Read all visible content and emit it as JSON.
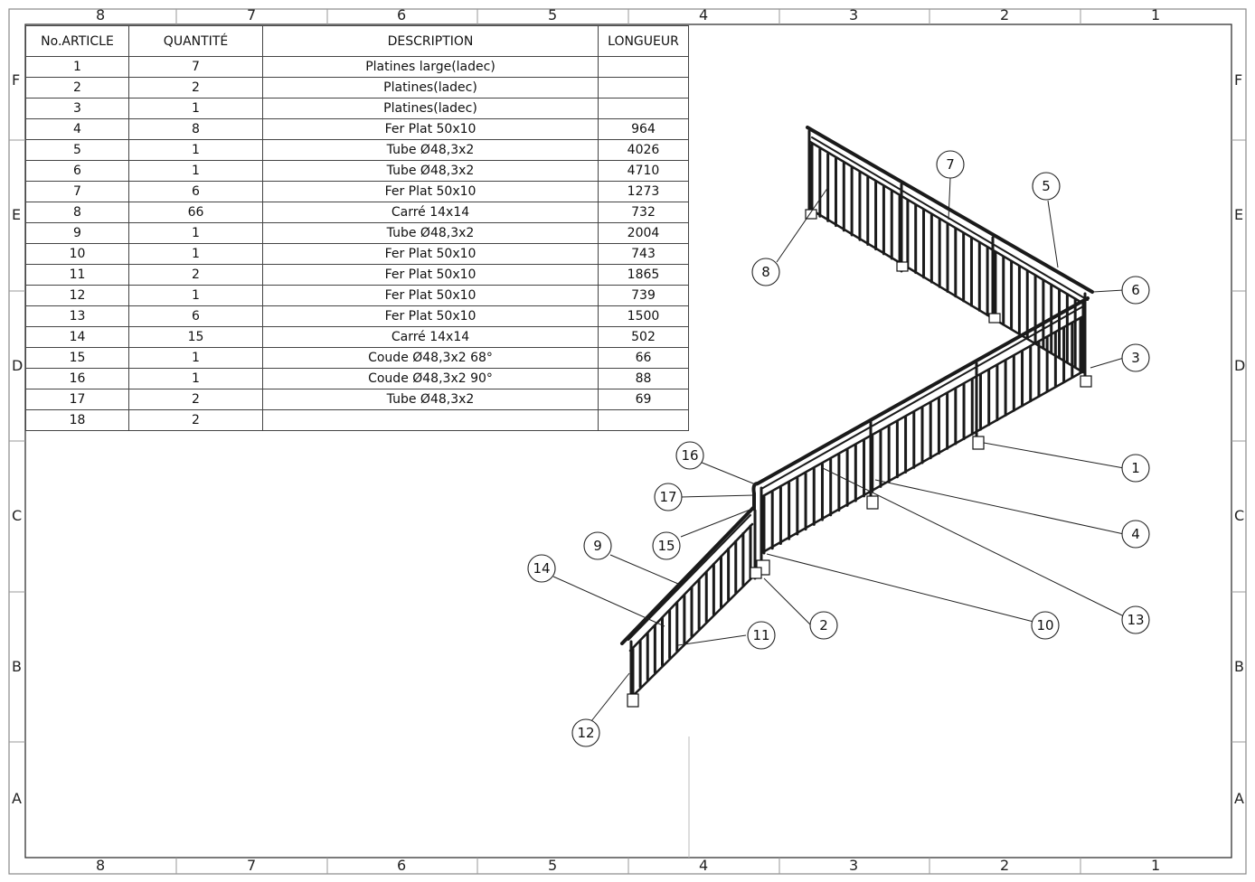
{
  "sheet": {
    "column_labels": [
      "8",
      "7",
      "6",
      "5",
      "4",
      "3",
      "2",
      "1"
    ],
    "row_labels": [
      "F",
      "E",
      "D",
      "C",
      "B",
      "A"
    ]
  },
  "bom": {
    "headers": {
      "article": "No.ARTICLE",
      "quantity": "QUANTITÉ",
      "description": "DESCRIPTION",
      "length": "LONGUEUR"
    },
    "rows": [
      {
        "article": "1",
        "quantity": "7",
        "description": "Platines large(ladec)",
        "length": ""
      },
      {
        "article": "2",
        "quantity": "2",
        "description": "Platines(ladec)",
        "length": ""
      },
      {
        "article": "3",
        "quantity": "1",
        "description": "Platines(ladec)",
        "length": ""
      },
      {
        "article": "4",
        "quantity": "8",
        "description": "Fer Plat 50x10",
        "length": "964"
      },
      {
        "article": "5",
        "quantity": "1",
        "description": "Tube Ø48,3x2",
        "length": "4026"
      },
      {
        "article": "6",
        "quantity": "1",
        "description": "Tube Ø48,3x2",
        "length": "4710"
      },
      {
        "article": "7",
        "quantity": "6",
        "description": "Fer Plat 50x10",
        "length": "1273"
      },
      {
        "article": "8",
        "quantity": "66",
        "description": "Carré 14x14",
        "length": "732"
      },
      {
        "article": "9",
        "quantity": "1",
        "description": "Tube Ø48,3x2",
        "length": "2004"
      },
      {
        "article": "10",
        "quantity": "1",
        "description": "Fer Plat 50x10",
        "length": "743"
      },
      {
        "article": "11",
        "quantity": "2",
        "description": "Fer Plat 50x10",
        "length": "1865"
      },
      {
        "article": "12",
        "quantity": "1",
        "description": "Fer Plat 50x10",
        "length": "739"
      },
      {
        "article": "13",
        "quantity": "6",
        "description": "Fer Plat 50x10",
        "length": "1500"
      },
      {
        "article": "14",
        "quantity": "15",
        "description": "Carré 14x14",
        "length": "502"
      },
      {
        "article": "15",
        "quantity": "1",
        "description": "Coude Ø48,3x2 68°",
        "length": "66"
      },
      {
        "article": "16",
        "quantity": "1",
        "description": "Coude Ø48,3x2 90°",
        "length": "88"
      },
      {
        "article": "17",
        "quantity": "2",
        "description": "Tube Ø48,3x2",
        "length": "69"
      },
      {
        "article": "18",
        "quantity": "2",
        "description": "",
        "length": ""
      }
    ]
  },
  "balloons": [
    "1",
    "2",
    "3",
    "4",
    "5",
    "6",
    "7",
    "8",
    "9",
    "10",
    "11",
    "12",
    "13",
    "14",
    "15",
    "16",
    "17"
  ]
}
